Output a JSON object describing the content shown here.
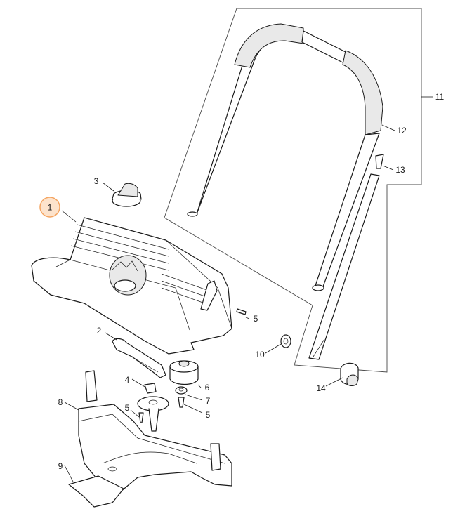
{
  "diagram": {
    "highlight_color": "#f4a460",
    "highlight_fill": "#fde3cc",
    "callouts": [
      {
        "id": "c1",
        "label": "1",
        "highlighted": true
      },
      {
        "id": "c2",
        "label": "2"
      },
      {
        "id": "c3",
        "label": "3"
      },
      {
        "id": "c4",
        "label": "4"
      },
      {
        "id": "c5a",
        "label": "5"
      },
      {
        "id": "c5b",
        "label": "5"
      },
      {
        "id": "c5c",
        "label": "5"
      },
      {
        "id": "c6",
        "label": "6"
      },
      {
        "id": "c7",
        "label": "7"
      },
      {
        "id": "c8",
        "label": "8"
      },
      {
        "id": "c9",
        "label": "9"
      },
      {
        "id": "c10",
        "label": "10"
      },
      {
        "id": "c11",
        "label": "11"
      },
      {
        "id": "c12",
        "label": "12"
      },
      {
        "id": "c13",
        "label": "13"
      },
      {
        "id": "c14",
        "label": "14"
      }
    ]
  }
}
